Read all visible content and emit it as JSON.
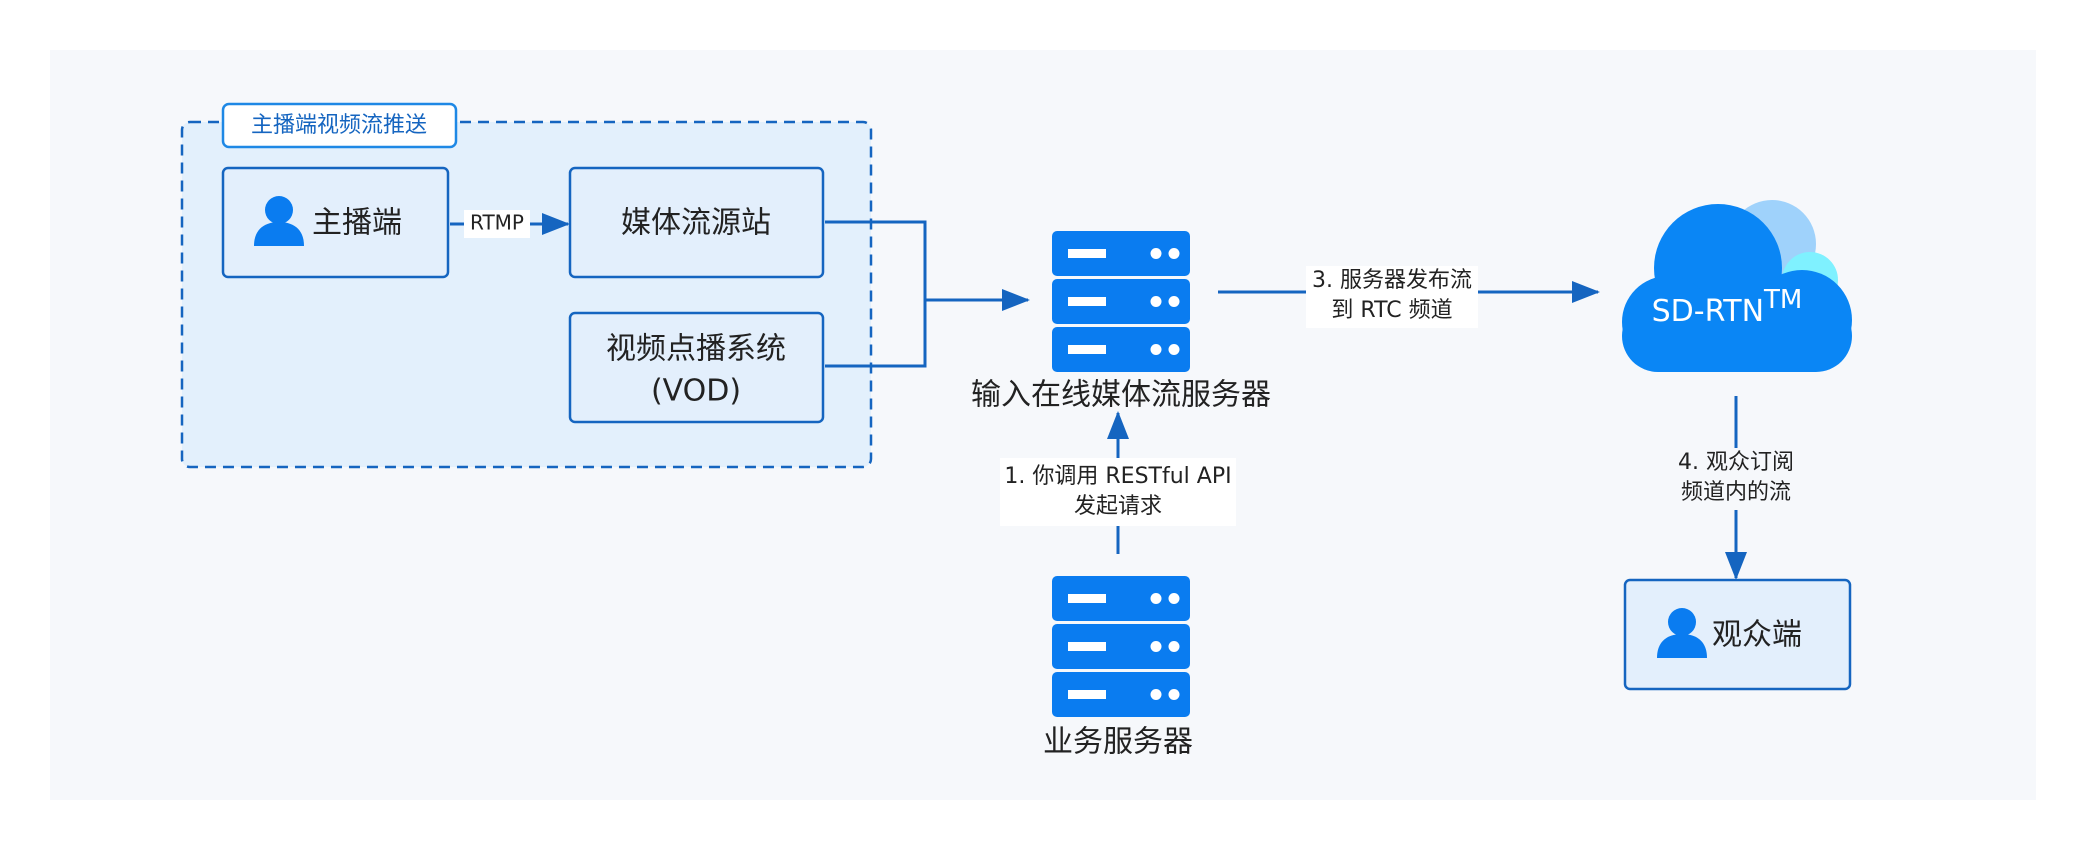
{
  "group": {
    "title": "主播端视频流推送"
  },
  "nodes": {
    "broadcaster": "主播端",
    "media_origin": "媒体流源站",
    "vod_line1": "视频点播系统",
    "vod_line2": "(VOD)",
    "ingest_server": "输入在线媒体流服务器",
    "business_server": "业务服务器",
    "cloud": "SD-RTN",
    "cloud_tm": "TM",
    "audience": "观众端"
  },
  "edges": {
    "rtmp": "RTMP",
    "step1_line1": "1. 你调用 RESTful API",
    "step1_line2": "发起请求",
    "step3_line1": "3. 服务器发布流",
    "step3_line2": "到 RTC 频道",
    "step4_line1": "4. 观众订阅",
    "step4_line2": "频道内的流"
  },
  "colors": {
    "primary": "#0a7cf0",
    "stroke": "#1565c0",
    "box_fill": "#e3effc",
    "group_fill": "#e3f0fc",
    "cloud_fill": "#0a86f5",
    "cloud_back": "#9fd2fb",
    "cloud_accent": "#7ff1ff",
    "panel": "#f6f8fb"
  }
}
